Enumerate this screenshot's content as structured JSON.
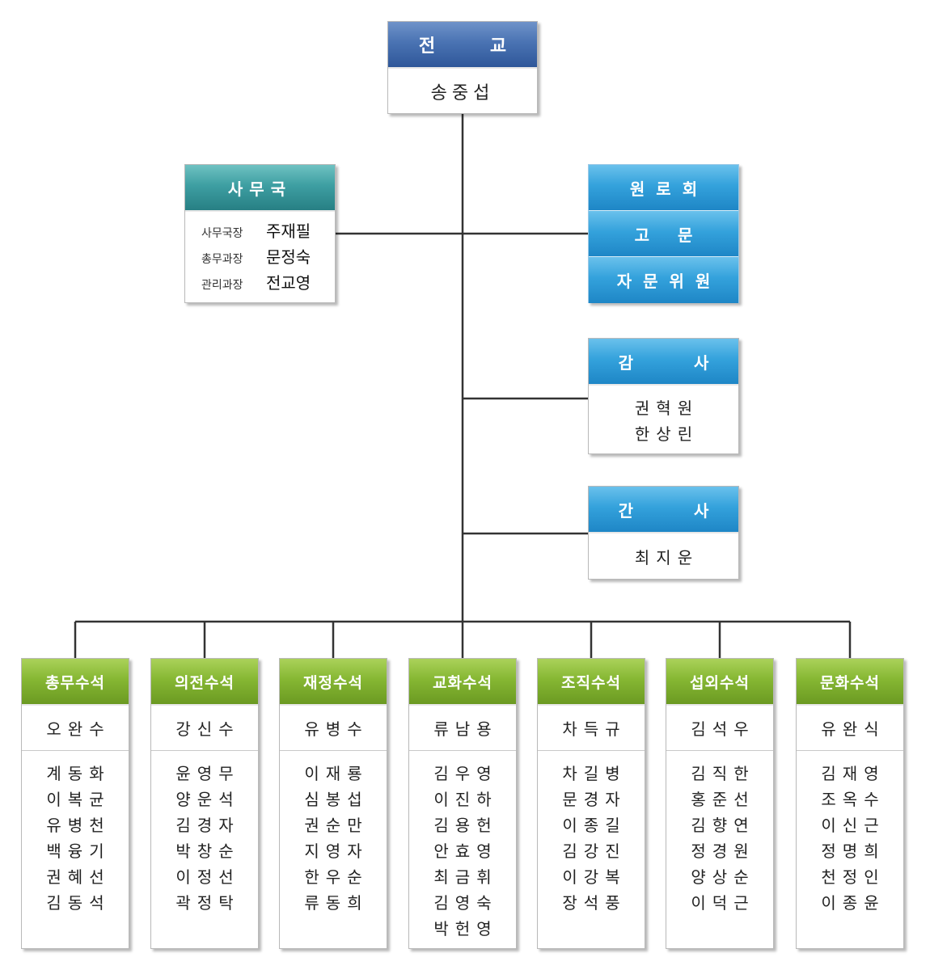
{
  "top": {
    "title": "전 교",
    "name": "송중섭"
  },
  "secretariat": {
    "title": "사무국",
    "members": [
      {
        "role": "사무국장",
        "name": "주재필"
      },
      {
        "role": "총무과장",
        "name": "문정숙"
      },
      {
        "role": "관리과장",
        "name": "전교영"
      }
    ]
  },
  "advisory": [
    "원로회",
    "고 문",
    "자문위원"
  ],
  "audit": {
    "title": "감 사",
    "names": [
      "권혁원",
      "한상린"
    ]
  },
  "secretary": {
    "title": "간 사",
    "name": "최지운"
  },
  "departments": [
    {
      "title": "총무수석",
      "head": "오완수",
      "members": [
        "계동화",
        "이복균",
        "유병천",
        "백융기",
        "권혜선",
        "김동석"
      ]
    },
    {
      "title": "의전수석",
      "head": "강신수",
      "members": [
        "윤영무",
        "양운석",
        "김경자",
        "박창순",
        "이정선",
        "곽정탁"
      ]
    },
    {
      "title": "재정수석",
      "head": "유병수",
      "members": [
        "이재룡",
        "심봉섭",
        "권순만",
        "지영자",
        "한우순",
        "류동희"
      ]
    },
    {
      "title": "교화수석",
      "head": "류남용",
      "members": [
        "김우영",
        "이진하",
        "김용헌",
        "안효영",
        "최금휘",
        "김영숙",
        "박헌영"
      ]
    },
    {
      "title": "조직수석",
      "head": "차득규",
      "members": [
        "차길병",
        "문경자",
        "이종길",
        "김강진",
        "이강복",
        "장석풍"
      ]
    },
    {
      "title": "섭외수석",
      "head": "김석우",
      "members": [
        "김직한",
        "홍준선",
        "김향연",
        "정경원",
        "양상순",
        "이덕근"
      ]
    },
    {
      "title": "문화수석",
      "head": "유완식",
      "members": [
        "김재영",
        "조옥수",
        "이신근",
        "정명희",
        "천정인",
        "이종윤"
      ]
    }
  ],
  "colors": {
    "top_header": "#3d66a8",
    "secretariat_header": "#3a9a9e",
    "side_header": "#2f9ad6",
    "dept_header": "#84b431",
    "connector": "#333333"
  }
}
